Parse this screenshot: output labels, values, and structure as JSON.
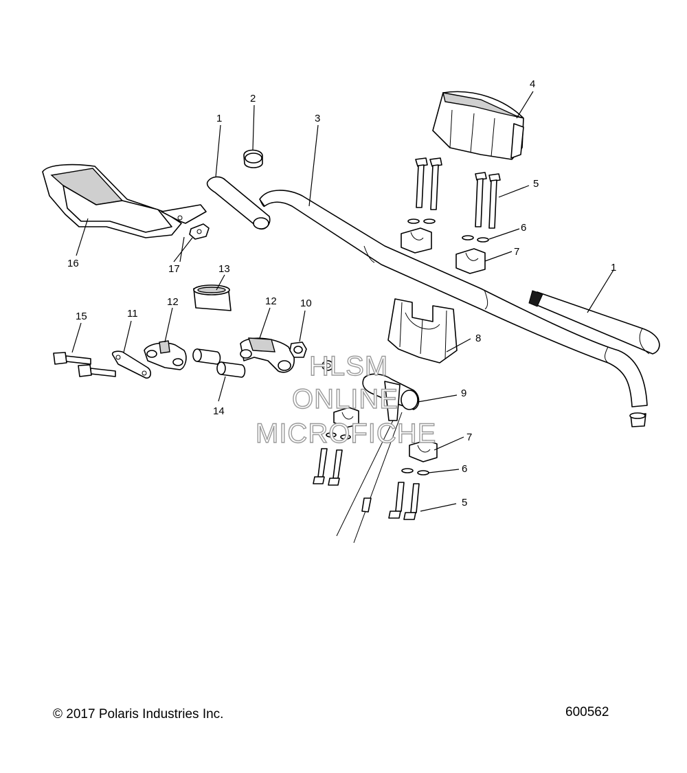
{
  "callouts": {
    "c1a": "1",
    "c1b": "1",
    "c2": "2",
    "c3": "3",
    "c4": "4",
    "c5a": "5",
    "c5b": "5",
    "c6a": "6",
    "c6b": "6",
    "c7a": "7",
    "c7b": "7",
    "c8": "8",
    "c9": "9",
    "c10": "10",
    "c11": "11",
    "c12a": "12",
    "c12b": "12",
    "c13": "13",
    "c14": "14",
    "c15": "15",
    "c16": "16",
    "c17": "17"
  },
  "watermark": {
    "line1": "HLSM",
    "line2": "ONLINE",
    "line3": "MICROFICHE"
  },
  "footer": {
    "copyright": "© 2017 Polaris Industries Inc.",
    "diagram_id": "600562"
  }
}
